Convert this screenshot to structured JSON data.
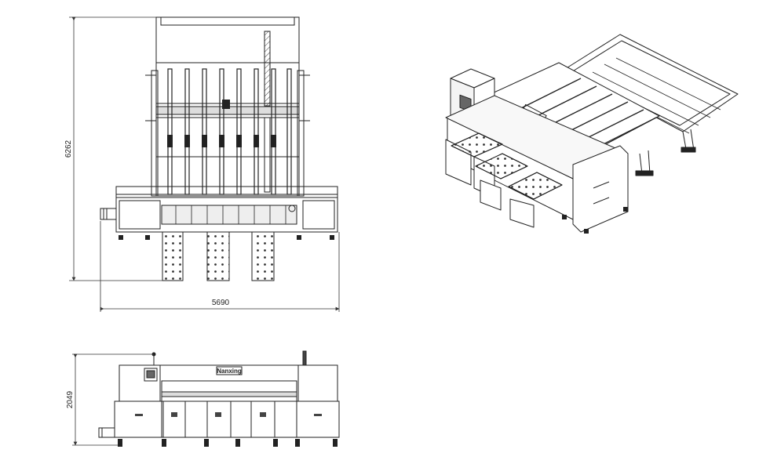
{
  "dimensions": {
    "top_view_height": "6262",
    "top_view_width": "5690",
    "front_view_height": "2049"
  },
  "brand_logo": "Nanxing",
  "colors": {
    "line": "#222222",
    "dim_line": "#333333",
    "background": "#ffffff"
  }
}
